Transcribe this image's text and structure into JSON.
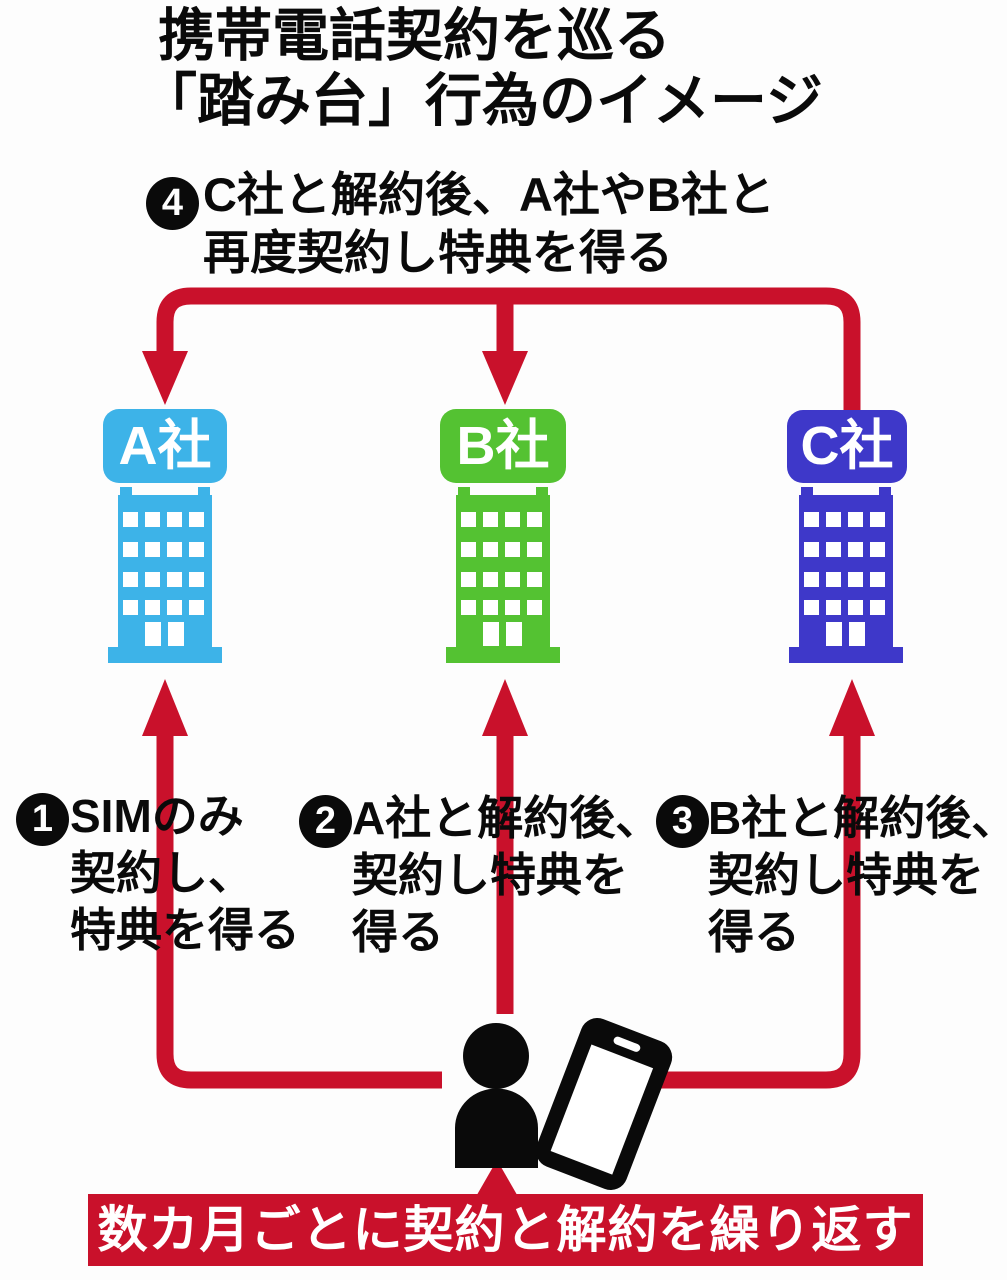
{
  "title": {
    "lines": [
      "携帯電話契約を巡る",
      "「踏み台」行為のイメージ"
    ]
  },
  "steps": [
    {
      "number": "1",
      "lines": [
        "SIMのみ",
        "契約し、",
        "特典を得る"
      ]
    },
    {
      "number": "2",
      "lines": [
        "A社と解約後、",
        "契約し特典を",
        "得る"
      ]
    },
    {
      "number": "3",
      "lines": [
        "B社と解約後、",
        "契約し特典を",
        "得る"
      ]
    },
    {
      "number": "4",
      "lines": [
        "C社と解約後、A社やB社と",
        "再度契約し特典を得る"
      ]
    }
  ],
  "companies": [
    {
      "name": "A社",
      "color": "#3db3e8"
    },
    {
      "name": "B社",
      "color": "#54c232"
    },
    {
      "name": "C社",
      "color": "#3e38c9"
    }
  ],
  "banner": {
    "text": "数カ月ごとに契約と解約を繰り返す",
    "background": "#c9112b"
  },
  "colors": {
    "arrow_red": "#c9112b",
    "icon_black": "#0a0a0a",
    "label_text": "#ffffff"
  },
  "icons": [
    "building-icon",
    "person-icon",
    "smartphone-icon",
    "down-arrow-icon",
    "up-arrow-icon",
    "callout-triangle-icon"
  ]
}
